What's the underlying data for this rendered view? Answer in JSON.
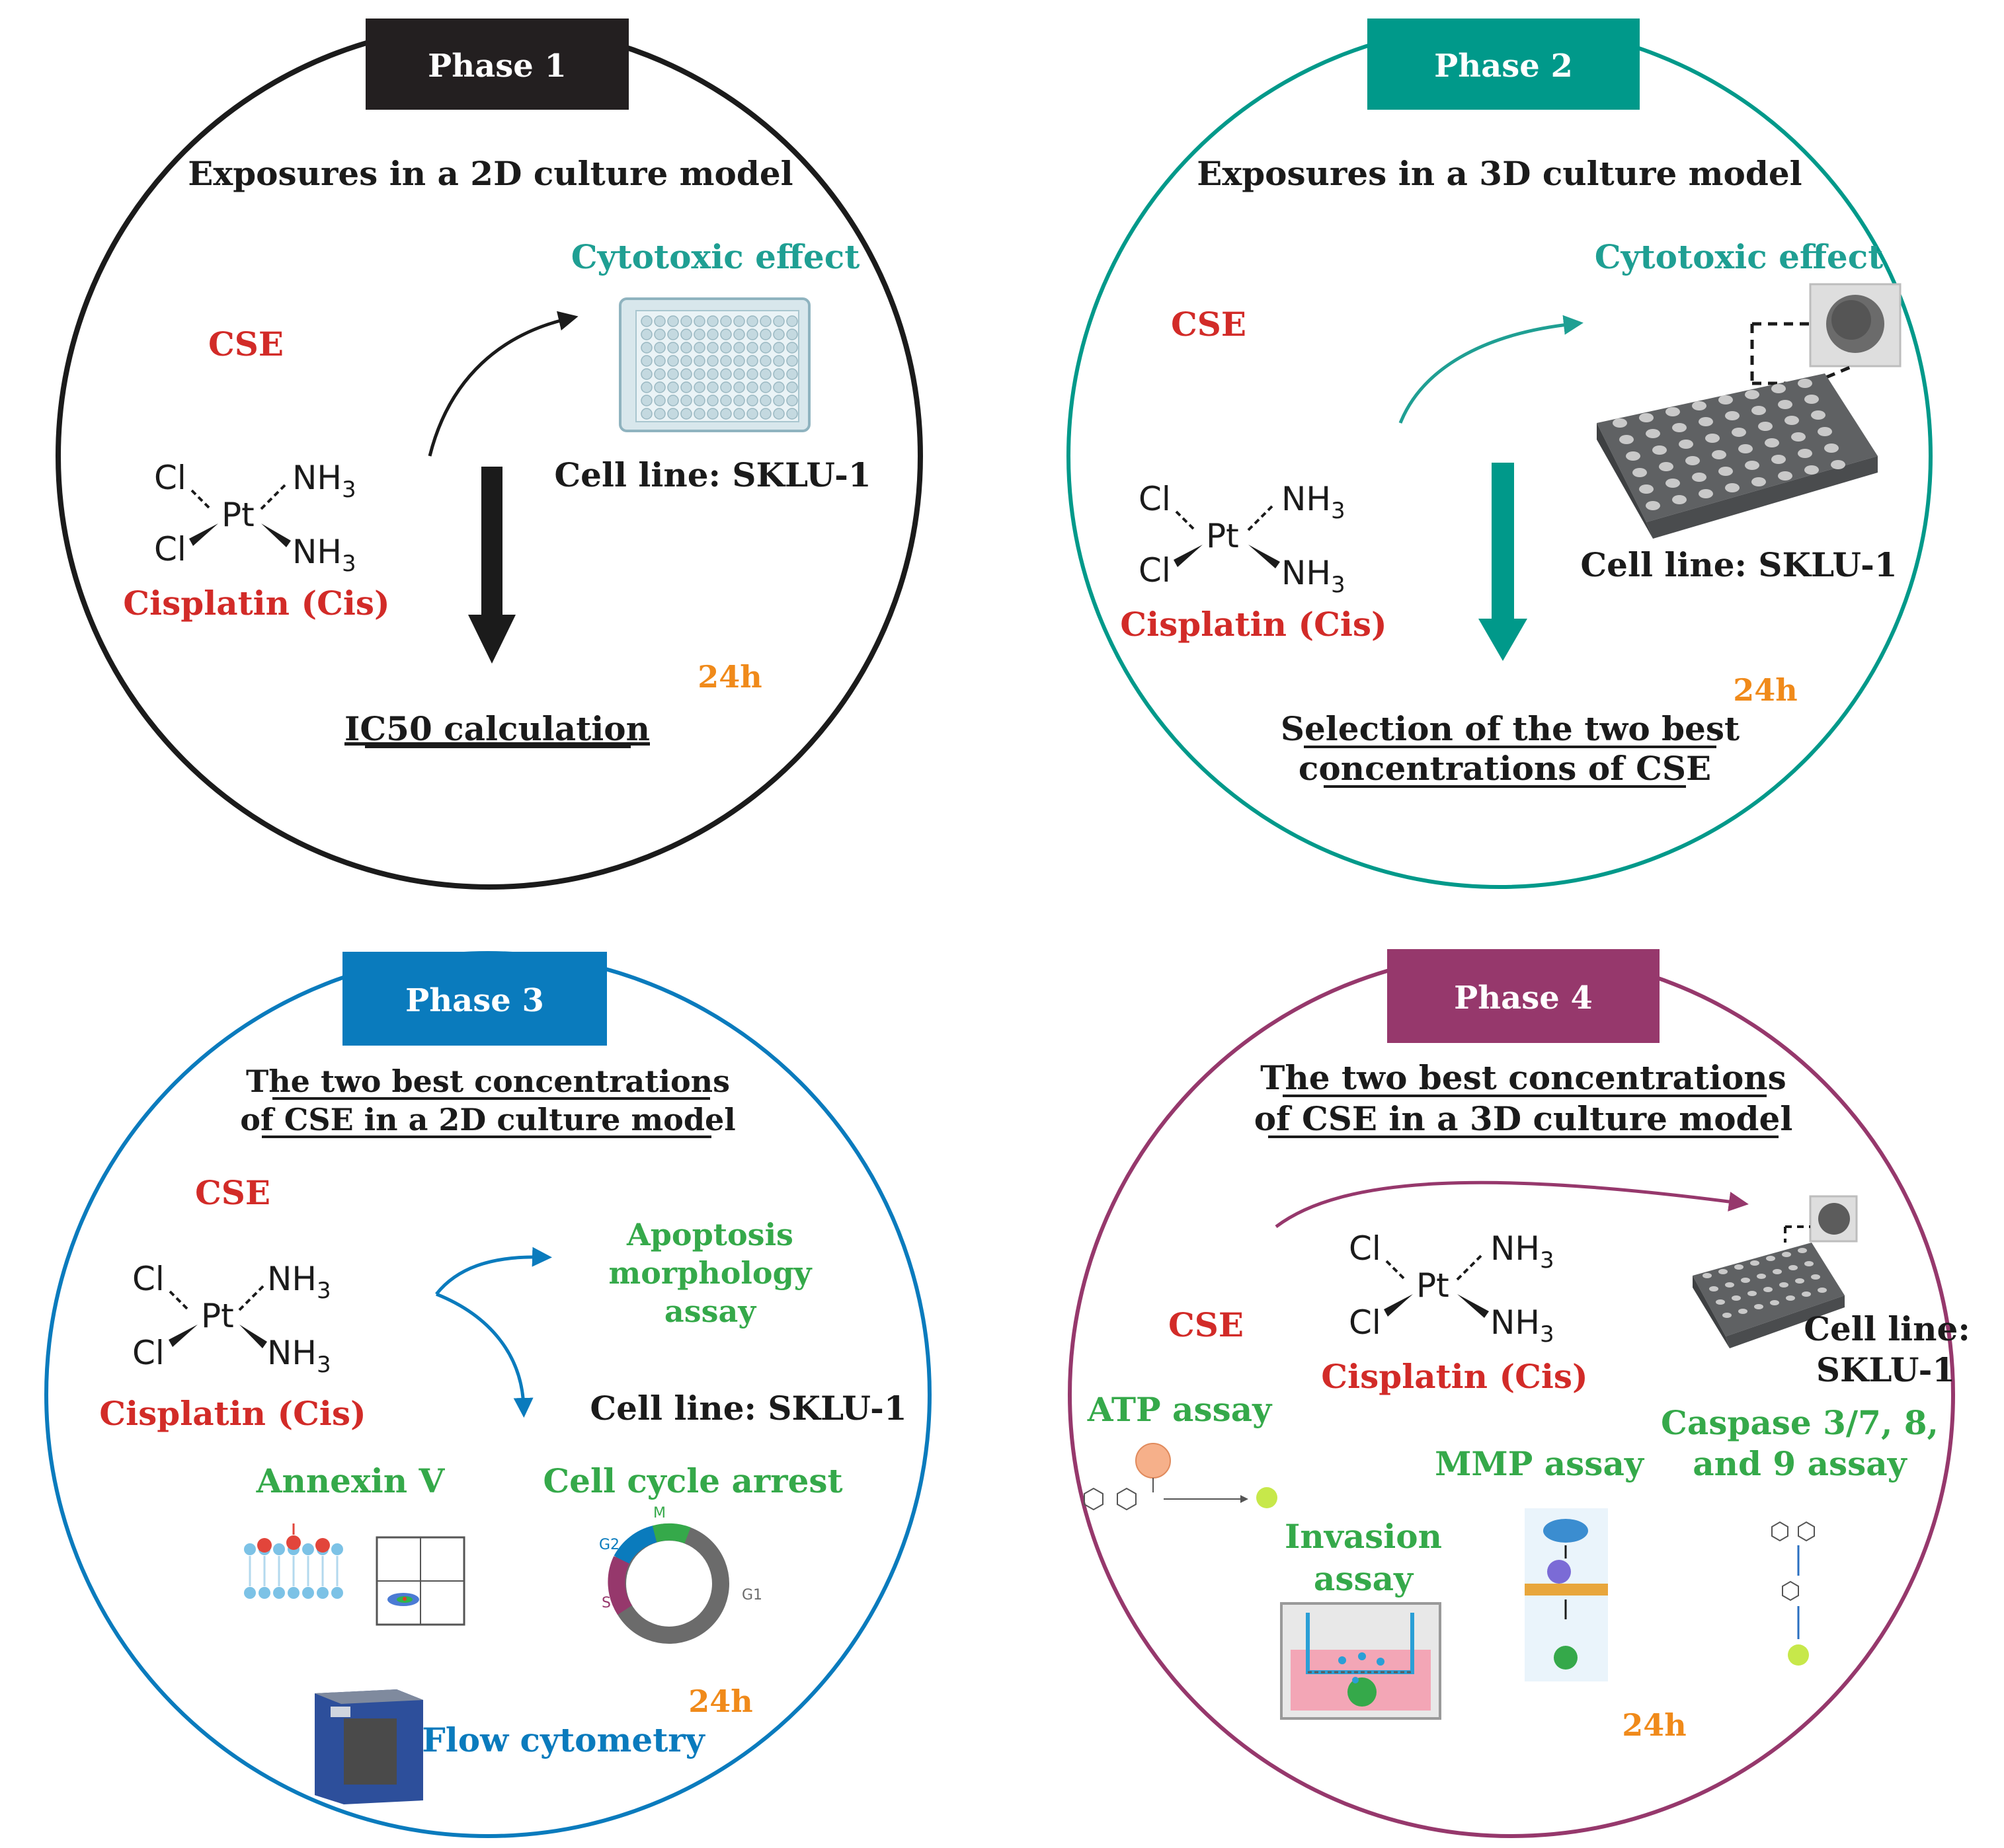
{
  "colors": {
    "phase1": "#231f20",
    "phase2": "#00998a",
    "phase3": "#0a7bbd",
    "phase4": "#96386c",
    "red": "#d22b28",
    "teal": "#1f9f93",
    "green": "#35a94a",
    "orange": "#f08a1a",
    "blue": "#0a7bbd",
    "black": "#1b1b1b"
  },
  "molecule": {
    "cl_top": "Cl",
    "cl_bottom": "Cl",
    "pt": "Pt",
    "nh3_top": "NH",
    "nh3_bottom": "NH",
    "subscript": "3"
  },
  "phase1": {
    "badge": "Phase 1",
    "subtitle": "Exposures in a 2D culture model",
    "cse": "CSE",
    "drug": "Cisplatin (Cis)",
    "effect": "Cytotoxic effect",
    "cell_line": "Cell line: SKLU-1",
    "time": "24h",
    "result": "IC50 calculation"
  },
  "phase2": {
    "badge": "Phase 2",
    "subtitle": "Exposures in a 3D culture model",
    "cse": "CSE",
    "drug": "Cisplatin (Cis)",
    "effect": "Cytotoxic effect",
    "cell_line": "Cell line: SKLU-1",
    "time": "24h",
    "result_line1": "Selection of the two best",
    "result_line2": "concentrations of CSE"
  },
  "phase3": {
    "badge": "Phase 3",
    "subtitle_line1": "The two best concentrations",
    "subtitle_line2": "of CSE in a 2D culture model",
    "cse": "CSE",
    "drug": "Cisplatin (Cis)",
    "apoptosis_line1": "Apoptosis",
    "apoptosis_line2": "morphology",
    "apoptosis_line3": "assay",
    "cell_line": "Cell line: SKLU-1",
    "annexin": "Annexin V",
    "cell_cycle": "Cell cycle arrest",
    "cycle_m": "M",
    "cycle_g2": "G2",
    "cycle_s": "S",
    "cycle_g1": "G1",
    "time": "24h",
    "flow": "Flow cytometry"
  },
  "phase4": {
    "badge": "Phase 4",
    "subtitle_line1": "The two best concentrations",
    "subtitle_line2": "of CSE in a 3D culture model",
    "cse": "CSE",
    "drug": "Cisplatin (Cis)",
    "cell_line_1": "Cell line:",
    "cell_line_2": "SKLU-1",
    "atp": "ATP assay",
    "caspase_line1": "Caspase 3/7, 8,",
    "caspase_line2": "and 9 assay",
    "mmp": "MMP assay",
    "invasion_line1": "Invasion",
    "invasion_line2": "assay",
    "time": "24h"
  }
}
